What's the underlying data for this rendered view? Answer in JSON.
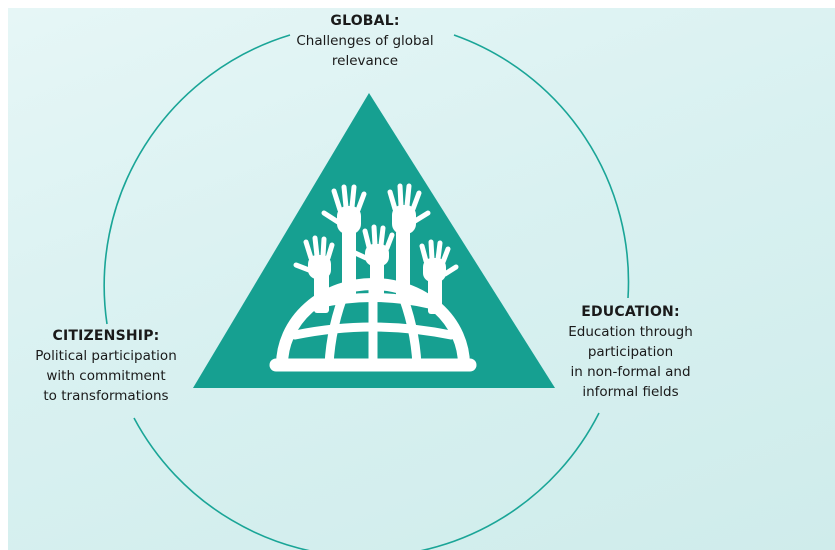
{
  "colors": {
    "background": "#d9f1f1",
    "teal": "#16a091",
    "circle": "#1aa597",
    "icon": "#ffffff",
    "text": "#1a1a1a"
  },
  "icons": [
    "raised-hands-icon",
    "globe-icon"
  ],
  "labels": {
    "global": {
      "heading": "GLOBAL:",
      "desc": "Challenges of global\nrelevance"
    },
    "education": {
      "heading": "EDUCATION:",
      "desc": "Education through\nparticipation\nin non-formal and\ninformal fields"
    },
    "citizenship": {
      "heading": "CITIZENSHIP:",
      "desc": "Political participation\nwith commitment\nto transformations"
    }
  }
}
